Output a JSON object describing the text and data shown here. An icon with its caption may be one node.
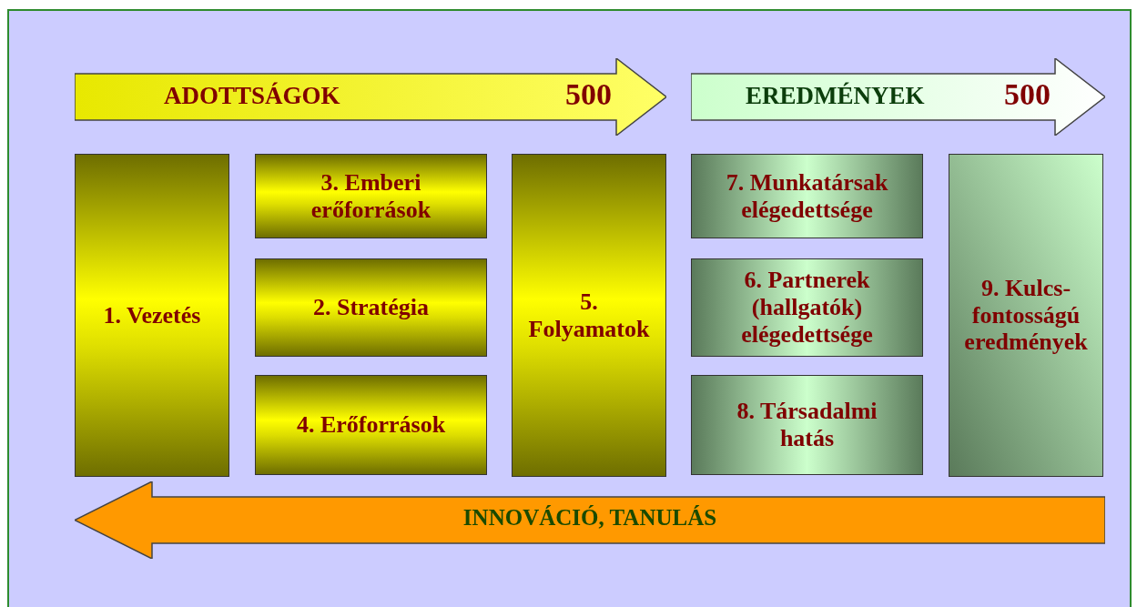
{
  "diagram": {
    "nodes": [
      {
        "text": [
          "ADOTTSÁGOK",
          "500"
        ]
      },
      {
        "text": [
          "EREDMÉNYEK",
          "500"
        ]
      },
      {
        "text": [
          "1. Vezetés"
        ]
      },
      {
        "text": [
          "3. Emberi erőforrások"
        ]
      },
      {
        "text": [
          "2. Stratégia"
        ]
      },
      {
        "text": [
          "4. Erőforrások"
        ]
      },
      {
        "text": [
          "5. Folyamatok"
        ]
      },
      {
        "text": [
          "7. Munkatársak elégedettsége"
        ]
      },
      {
        "text": [
          "6. Partnerek (hallgatók) elégedettsége"
        ]
      },
      {
        "text": [
          "8. Társadalmi hatás"
        ]
      },
      {
        "text": [
          "9. Kulcs-fontosságú eredmények"
        ]
      },
      {
        "text": [
          "INNOVÁCIÓ, TANULÁS"
        ]
      }
    ]
  }
}
